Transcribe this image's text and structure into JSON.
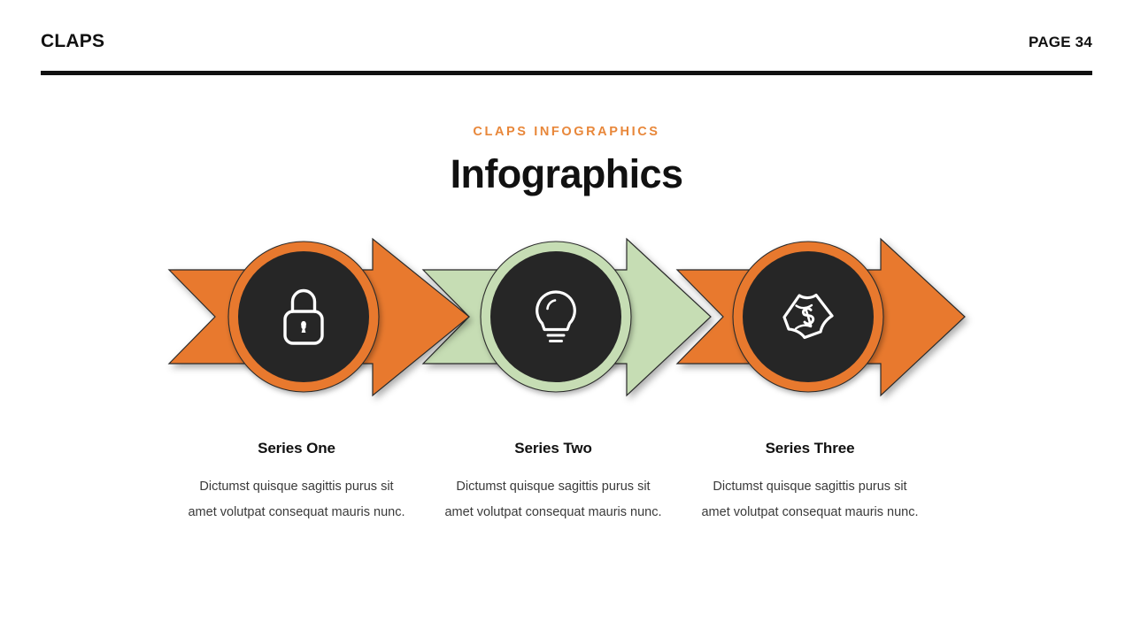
{
  "header": {
    "brand": "CLAPS",
    "page_label": "PAGE 34"
  },
  "title": {
    "eyebrow": "CLAPS INFOGRAPHICS",
    "heading": "Infographics"
  },
  "colors": {
    "orange": "#E8792E",
    "green": "#C6DDB4",
    "dark": "#262626",
    "outline": "#2b2b2b",
    "accent_text": "#E8873A",
    "body_text": "#3a3a3a"
  },
  "steps": [
    {
      "index": 1,
      "icon": "lock-icon",
      "arrow_color": "#E8792E",
      "ring_color": "#E8792E",
      "disc_color": "#262626",
      "title": "Series One",
      "body": "Dictumst quisque sagittis purus sit amet volutpat consequat mauris nunc."
    },
    {
      "index": 2,
      "icon": "lightbulb-icon",
      "arrow_color": "#C6DDB4",
      "ring_color": "#C6DDB4",
      "disc_color": "#262626",
      "title": "Series Two",
      "body": "Dictumst quisque sagittis purus sit amet volutpat consequat mauris nunc."
    },
    {
      "index": 3,
      "icon": "money-icon",
      "arrow_color": "#E8792E",
      "ring_color": "#E8792E",
      "disc_color": "#262626",
      "title": "Series Three",
      "body": "Dictumst quisque sagittis purus sit amet volutpat consequat mauris nunc."
    }
  ]
}
